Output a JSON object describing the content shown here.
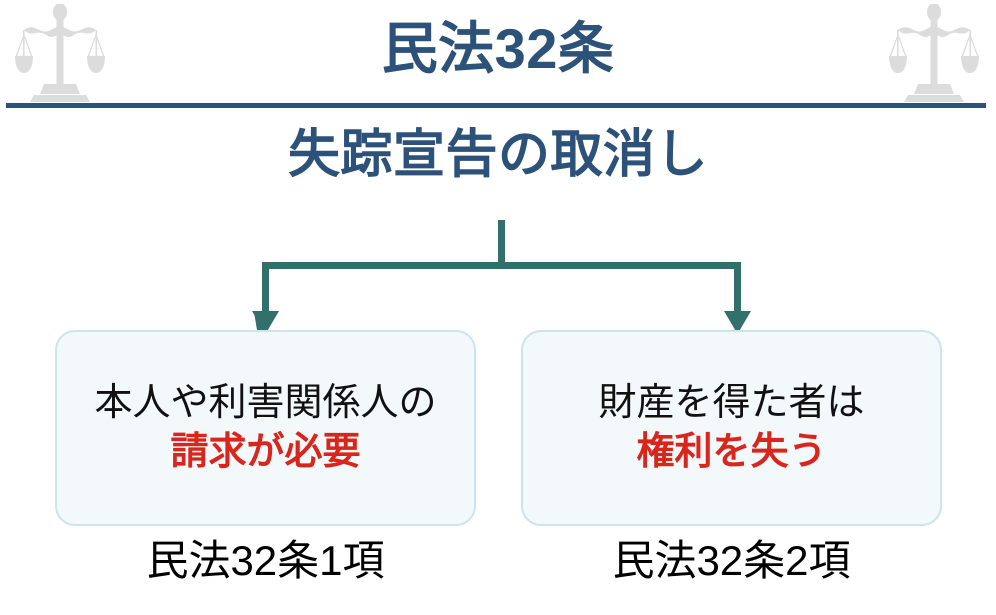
{
  "header": {
    "title": "民法32条",
    "left_icon": "scales-of-justice-icon",
    "right_icon": "scales-of-justice-icon"
  },
  "subtitle": {
    "text": "失踪宣告の取消し"
  },
  "diagram": {
    "connector": {
      "type": "split-arrow-down",
      "color": "#336f6b",
      "branches": 2
    },
    "boxes": [
      {
        "id": "clause-1",
        "line1": "本人や利害関係人の",
        "line2": "請求が必要",
        "emphasis_color": "#d9261c",
        "fill": "#f3f8fa",
        "border": "#cde3ee",
        "caption": "民法32条1項"
      },
      {
        "id": "clause-2",
        "line1": "財産を得た者は",
        "line2": "権利を失う",
        "emphasis_color": "#d9261c",
        "fill": "#f3f8fa",
        "border": "#cde3ee",
        "caption": "民法32条2項"
      }
    ]
  },
  "colors": {
    "heading_navy": "#2d5279",
    "rule_navy": "#2d5279",
    "arrow_teal": "#336f6b",
    "emphasis_red": "#d9261c",
    "icon_gray": "#dcdcdc",
    "box_fill": "#f3f8fa",
    "box_border": "#cde3ee",
    "background": "#ffffff"
  }
}
